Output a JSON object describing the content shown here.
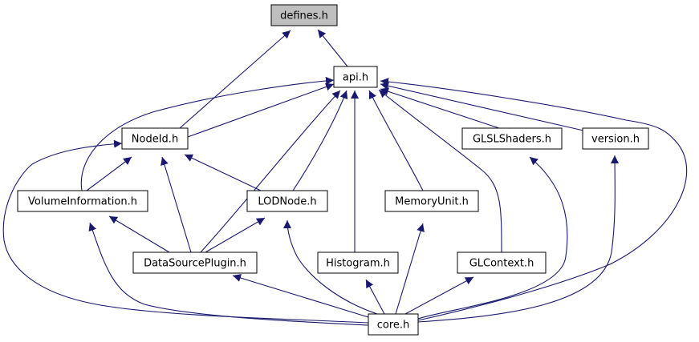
{
  "colors": {
    "edge": "#191970",
    "highlight_fill": "#bfbfbf",
    "node_fill": "#ffffff",
    "node_border": "#000000"
  },
  "nodes": [
    {
      "id": "defines",
      "label": "defines.h",
      "highlighted": true
    },
    {
      "id": "api",
      "label": "api.h"
    },
    {
      "id": "nodeid",
      "label": "NodeId.h"
    },
    {
      "id": "glsl",
      "label": "GLSLShaders.h"
    },
    {
      "id": "version",
      "label": "version.h"
    },
    {
      "id": "volinfo",
      "label": "VolumeInformation.h"
    },
    {
      "id": "lodnode",
      "label": "LODNode.h"
    },
    {
      "id": "memunit",
      "label": "MemoryUnit.h"
    },
    {
      "id": "dsp",
      "label": "DataSourcePlugin.h"
    },
    {
      "id": "histogram",
      "label": "Histogram.h"
    },
    {
      "id": "glcontext",
      "label": "GLContext.h"
    },
    {
      "id": "core",
      "label": "core.h"
    }
  ],
  "edges": [
    {
      "from": "api",
      "to": "defines"
    },
    {
      "from": "nodeid",
      "to": "defines"
    },
    {
      "from": "nodeid",
      "to": "api"
    },
    {
      "from": "volinfo",
      "to": "api"
    },
    {
      "from": "dsp",
      "to": "api"
    },
    {
      "from": "lodnode",
      "to": "api"
    },
    {
      "from": "histogram",
      "to": "api"
    },
    {
      "from": "memunit",
      "to": "api"
    },
    {
      "from": "glcontext",
      "to": "api"
    },
    {
      "from": "glsl",
      "to": "api"
    },
    {
      "from": "version",
      "to": "api"
    },
    {
      "from": "core",
      "to": "api"
    },
    {
      "from": "volinfo",
      "to": "nodeid"
    },
    {
      "from": "dsp",
      "to": "nodeid"
    },
    {
      "from": "lodnode",
      "to": "nodeid"
    },
    {
      "from": "core",
      "to": "nodeid"
    },
    {
      "from": "dsp",
      "to": "volinfo"
    },
    {
      "from": "core",
      "to": "volinfo"
    },
    {
      "from": "dsp",
      "to": "lodnode"
    },
    {
      "from": "core",
      "to": "lodnode"
    },
    {
      "from": "core",
      "to": "dsp"
    },
    {
      "from": "core",
      "to": "histogram"
    },
    {
      "from": "core",
      "to": "memunit"
    },
    {
      "from": "core",
      "to": "glcontext"
    },
    {
      "from": "core",
      "to": "glsl"
    },
    {
      "from": "core",
      "to": "version"
    }
  ]
}
